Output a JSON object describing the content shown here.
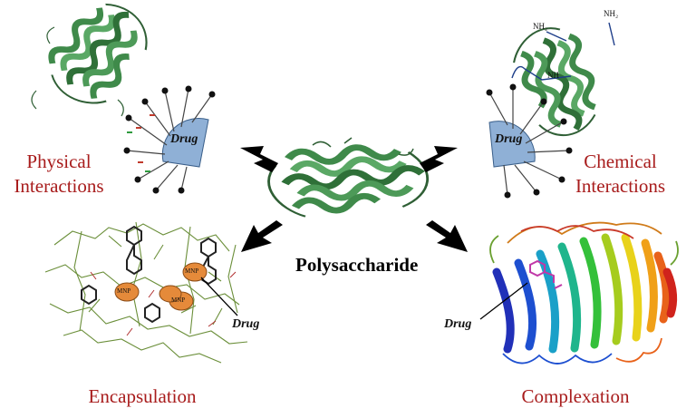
{
  "center_label": "Polysaccharide",
  "labels": {
    "physical": [
      "Physical",
      "Interactions"
    ],
    "chemical": [
      "Chemical",
      "Interactions"
    ],
    "encapsulation": "Encapsulation",
    "complexation": "Complexation"
  },
  "drug_label": "Drug",
  "chemical_groups": {
    "nh2_a": "NH₂",
    "nh2_b": "NH₂",
    "nh": "NH"
  },
  "nanoparticle_label": "MNP",
  "colors": {
    "label": "#a81c1c",
    "protein": "#3f8a4a",
    "drug": "#8fb0d6",
    "arrow": "#000000",
    "bead": "#e58a3a"
  }
}
